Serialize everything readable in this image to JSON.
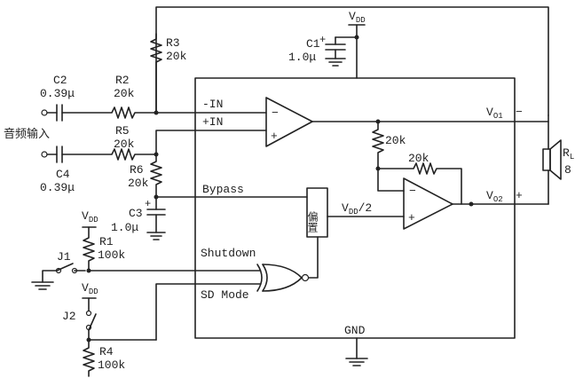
{
  "labels": {
    "vdd_top": "V",
    "vdd_sub": "DD",
    "c1_name": "C1",
    "c1_val": "1.0μ",
    "r3_name": "R3",
    "r3_val": "20k",
    "c2_name": "C2",
    "c2_val": "0.39μ",
    "r2_name": "R2",
    "r2_val": "20k",
    "input_label": "音频输入",
    "r5_name": "R5",
    "r5_val": "20k",
    "c4_name": "C4",
    "c4_val": "0.39μ",
    "r6_name": "R6",
    "r6_val": "20k",
    "c3_name": "C3",
    "c3_val": "1.0μ",
    "minus_in": "-IN",
    "plus_in": "+IN",
    "bypass": "Bypass",
    "bias_block": "偏置",
    "vdd_half": "V",
    "vdd_half_sub": "DD",
    "vdd_half_suffix": "/2",
    "res_fb1": "20k",
    "res_fb2": "20k",
    "vo1": "V",
    "vo1_sub": "O1",
    "vo1_pol": "−",
    "vo2": "V",
    "vo2_sub": "O2",
    "vo2_pol": "+",
    "rl_name": "R",
    "rl_sub": "L",
    "rl_val": "8",
    "j1": "J1",
    "r1_name": "R1",
    "r1_val": "100k",
    "j2": "J2",
    "r4_name": "R4",
    "r4_val": "100k",
    "shutdown": "Shutdown",
    "sd_mode": "SD Mode",
    "gnd": "GND",
    "opamp_minus": "−",
    "opamp_plus": "+",
    "plus_mark": "+"
  }
}
